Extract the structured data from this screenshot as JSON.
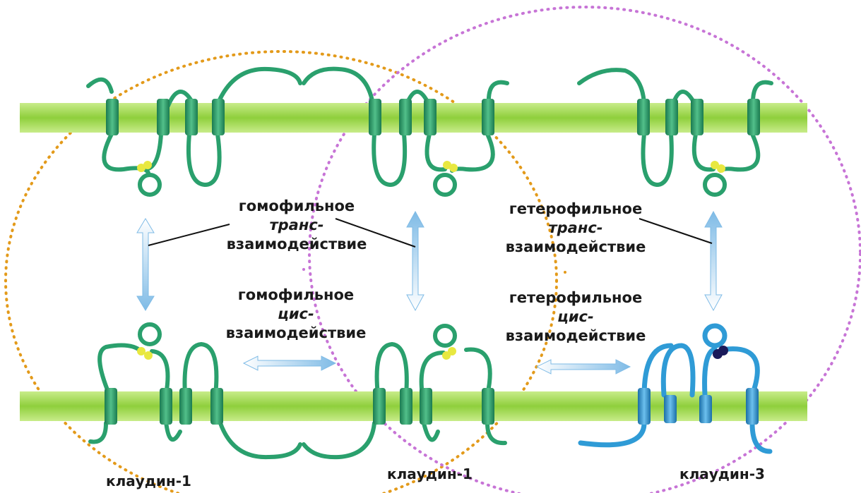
{
  "labels": {
    "homo_trans": [
      "гомофильное",
      "транс-",
      "взаимодействие"
    ],
    "homo_cis": [
      "гомофильное",
      "цис-",
      "взаимодействие"
    ],
    "hetero_trans": [
      "гетерофильное",
      "транс-",
      "взаимодействие"
    ],
    "hetero_cis": [
      "гетерофильное",
      "цис-",
      "взаимодействие"
    ],
    "claudin_left": "клаудин-1",
    "claudin_middle": "клаудин-1",
    "claudin_right": "клаудин-3"
  },
  "colors": {
    "membrane": "#8fcf3c",
    "membrane_light": "#c8ec8a",
    "protein_green": "#2aa06d",
    "protein_blue": "#2f9bd6",
    "orange_circle": "#e39a1a",
    "purple_circle": "#c774d6",
    "zinc_yellow": "#e8e840",
    "dark_dot": "#1a1a5a",
    "arrow": "#9ccbed"
  },
  "icons": {
    "protein": "claudin-loop-icon",
    "arrow": "double-arrow-icon"
  }
}
